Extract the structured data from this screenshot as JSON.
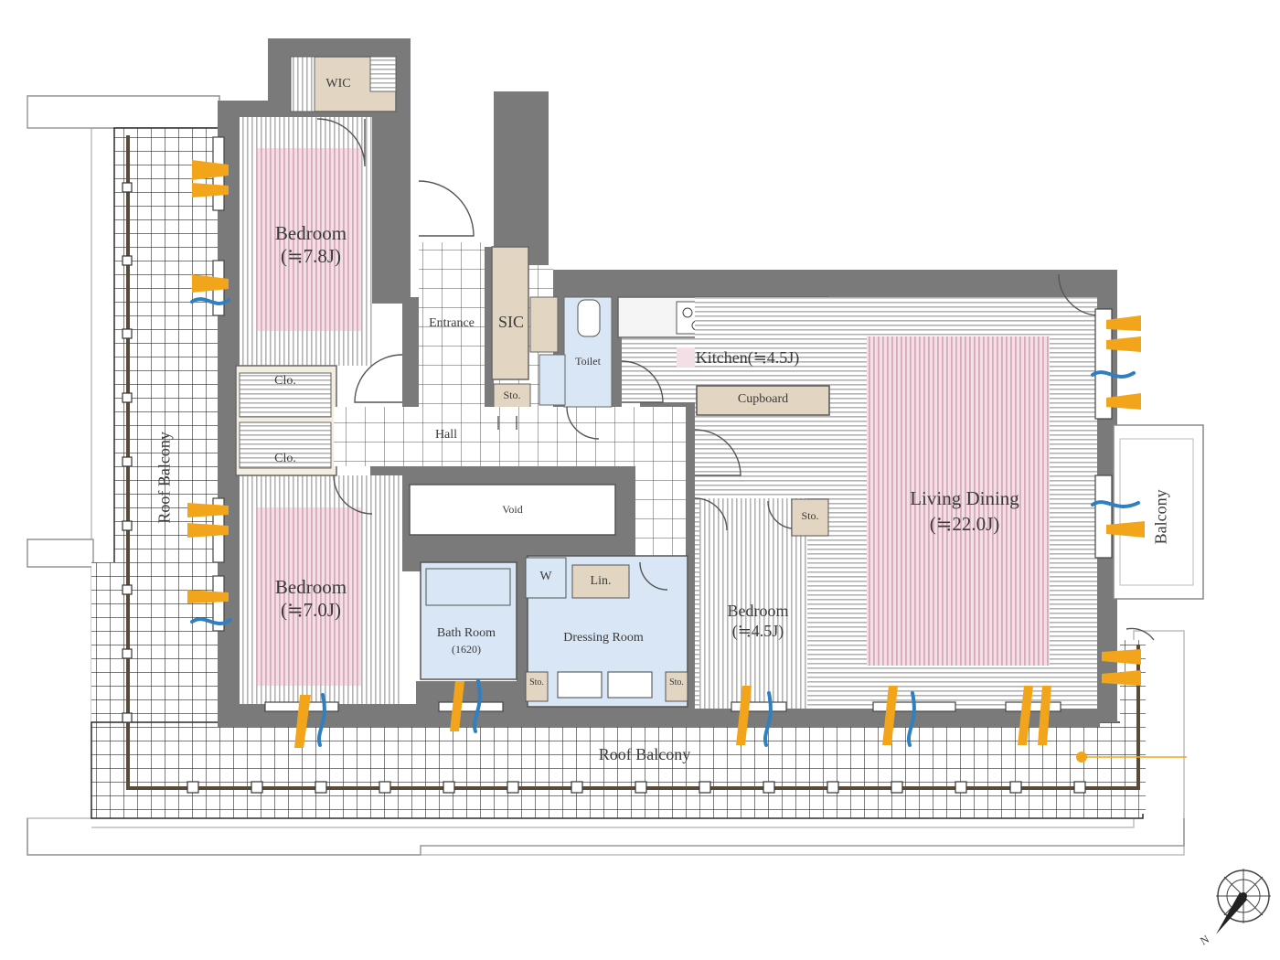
{
  "rooms": {
    "wic": "WIC",
    "bedroom_top": {
      "name": "Bedroom",
      "size": "(≒7.8J)"
    },
    "entrance": "Entrance",
    "sic": "SIC",
    "toilet": "Toilet",
    "sto_entrance": "Sto.",
    "clo_upper": "Clo.",
    "clo_lower": "Clo.",
    "hall": "Hall",
    "kitchen": "Kitchen(≒4.5J)",
    "cupboard": "Cupboard",
    "void": "Void",
    "bedroom_left": {
      "name": "Bedroom",
      "size": "(≒7.0J)"
    },
    "w": "W",
    "lin": "Lin.",
    "bath": {
      "name": "Bath Room",
      "size": "(1620)"
    },
    "dressing": "Dressing Room",
    "sto_dress_left": "Sto.",
    "sto_dress_right": "Sto.",
    "sto_bedroom": "Sto.",
    "bedroom_right": {
      "name": "Bedroom",
      "size": "(≒4.5J)"
    },
    "living": {
      "name": "Living Dining",
      "size": "(≒22.0J)"
    },
    "balcony": "Balcony",
    "roof_balcony_left": "Roof Balcony",
    "roof_balcony_bottom": "Roof Balcony"
  },
  "compass": {
    "north": "N"
  },
  "colors": {
    "wall": "#7a7a7a",
    "floor_stripe": "#b3b3b3",
    "pink": "#e8c9d4",
    "tile_line": "#2b2b2b",
    "sky": "#d8e6f5",
    "beige": "#e2d6c2",
    "arrow_orange": "#f2a51a",
    "arrow_blue": "#2f7fc1"
  }
}
